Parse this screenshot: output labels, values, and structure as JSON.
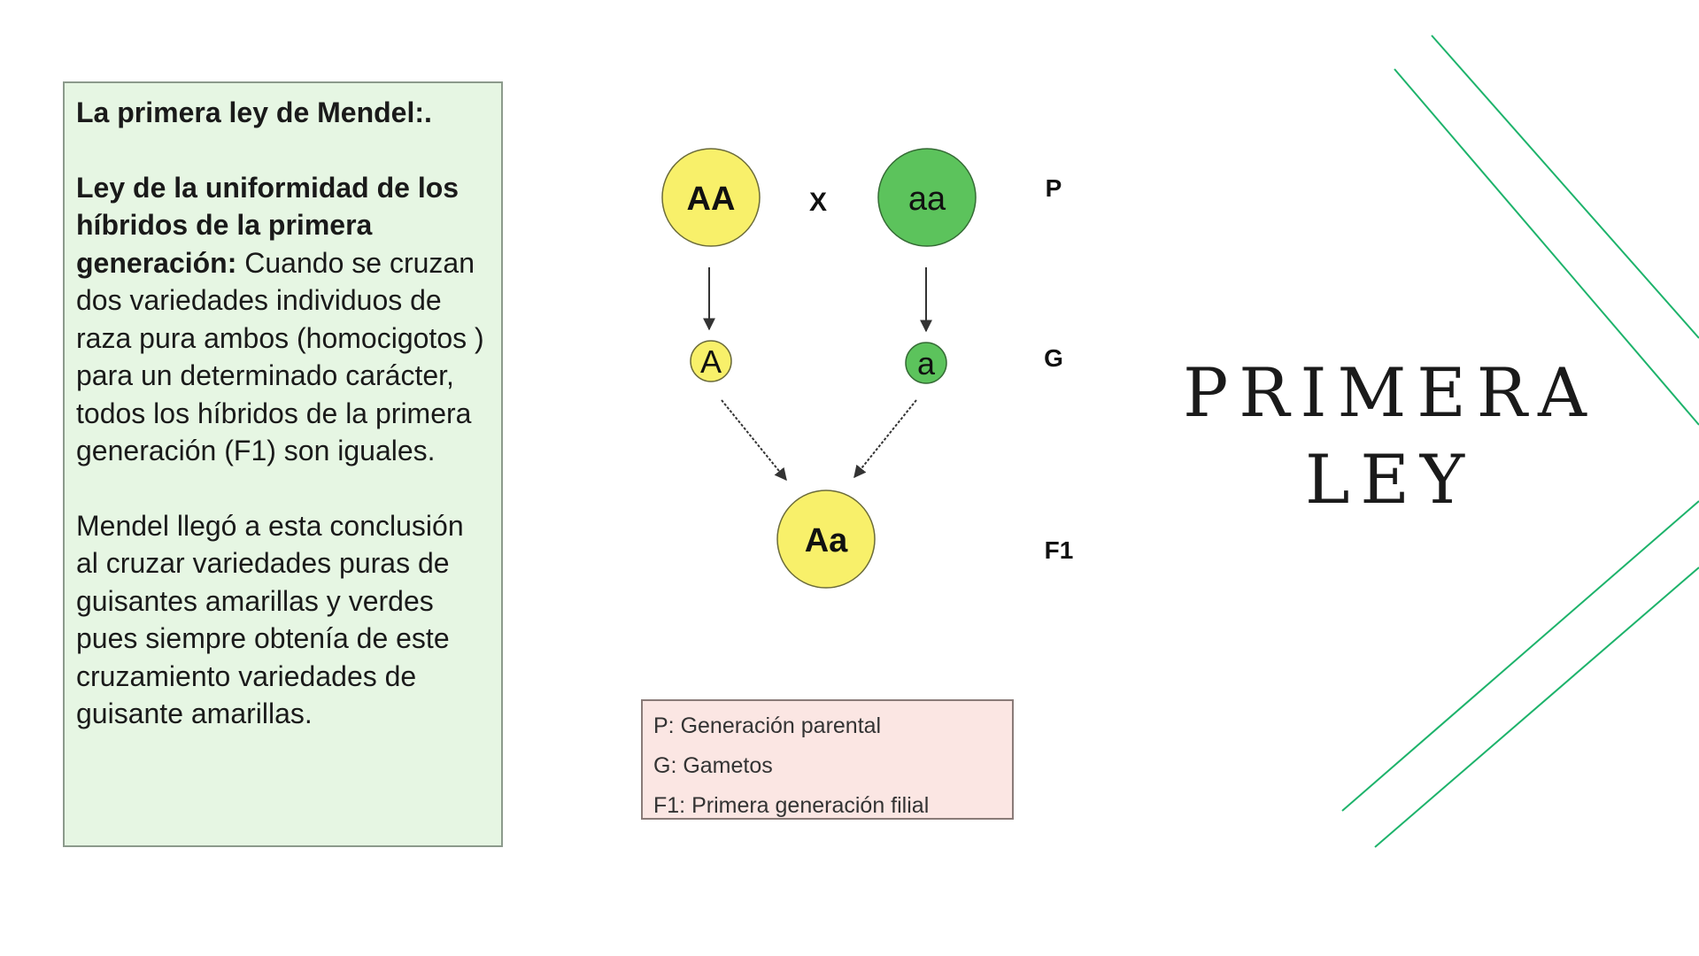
{
  "text_box": {
    "heading": "La primera ley de Mendel:.",
    "law_title": "Ley de la uniformidad de los híbridos de la primera generación:",
    "law_body": " Cuando se cruzan dos variedades individuos de raza pura ambos (homocigotos ) para un determinado carácter, todos los híbridos de la primera generación (F1) son iguales.",
    "conclusion": "Mendel llegó a esta conclusión al cruzar variedades puras de guisantes amarillas y verdes pues siempre obtenía de este cruzamiento variedades de guisante amarillas."
  },
  "diagram": {
    "parent1": "AA",
    "cross": "X",
    "parent2": "aa",
    "gamete1": "A",
    "gamete2": "a",
    "offspring": "Aa",
    "row_p": "P",
    "row_g": "G",
    "row_f1": "F1",
    "colors": {
      "yellow": "#f8f06a",
      "green": "#5cc35c",
      "arrow": "#333333"
    }
  },
  "legend": {
    "items": [
      "P: Generación parental",
      "G: Gametos",
      "F1: Primera generación filial"
    ]
  },
  "title": {
    "line1": "PRIMERA",
    "line2": "LEY"
  },
  "accent_color": "#1db36b"
}
